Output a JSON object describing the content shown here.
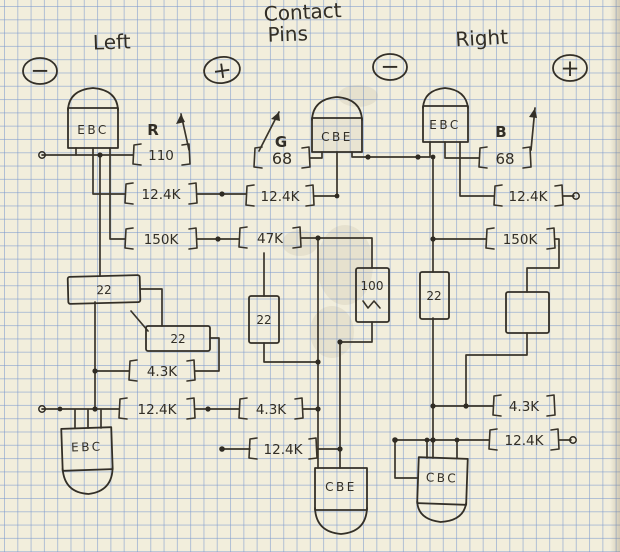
{
  "titles": {
    "contact_line1": "Contact",
    "contact_line2": "Pins",
    "left": "Left",
    "right": "Right"
  },
  "terminals": {
    "left_minus": "−",
    "center_plus": "+",
    "center_minus": "−",
    "right_plus": "+"
  },
  "channel_labels": {
    "red": "R",
    "green": "G",
    "blue": "B"
  },
  "transistors": {
    "top_left": "EBC",
    "top_center": "CBE",
    "top_right": "EBC",
    "bottom_left": "EBC",
    "bottom_center": "CBE",
    "bottom_right": "CBC"
  },
  "resistors": {
    "left": {
      "r1": "110",
      "r2": "12.4K",
      "r3": "150K",
      "box1": "22",
      "box2": "22",
      "r4": "4.3K",
      "r5": "12.4K"
    },
    "center": {
      "r1": "68",
      "r2": "12.4K",
      "r3": "47K",
      "box1": "22",
      "box2": "100",
      "r4": "4.3K",
      "r5": "12.4K"
    },
    "right": {
      "r1": "68",
      "r2": "12.4K",
      "r3": "150K",
      "box1": "22",
      "box2": "",
      "r4": "4.3K",
      "r5": "12.4K"
    }
  },
  "colors": {
    "ink": "#35302a",
    "paper": "#f2eedc",
    "grid": "#7a98ce"
  }
}
